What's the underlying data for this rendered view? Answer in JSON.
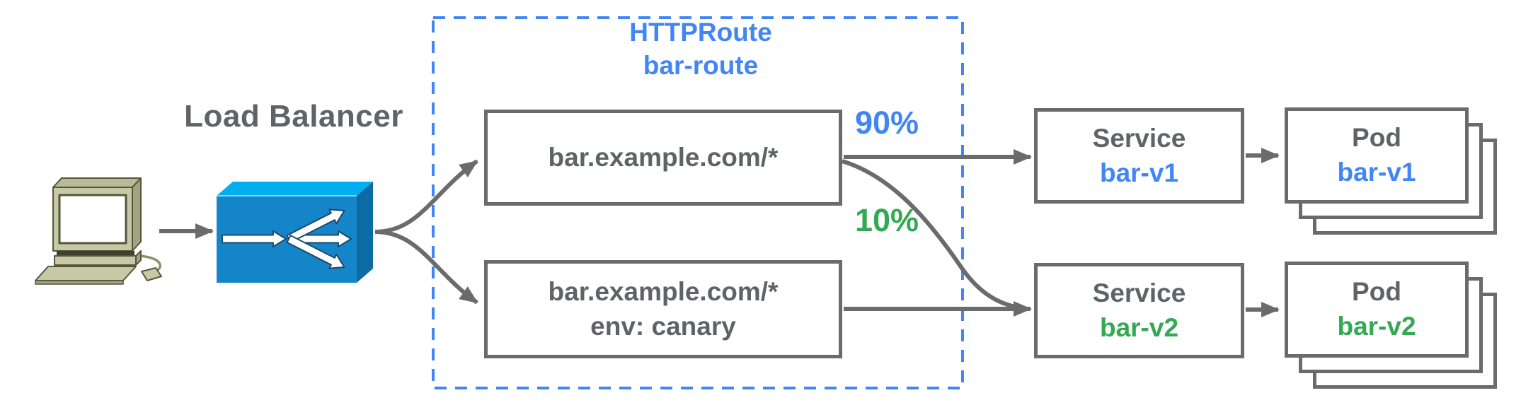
{
  "client": {
    "icon": "desktop-computer-icon"
  },
  "load_balancer": {
    "label": "Load Balancer",
    "icon": "load-balancer-icon"
  },
  "http_route": {
    "kind": "HTTPRoute",
    "name": "bar-route",
    "rules": [
      {
        "match": "bar.example.com/*"
      },
      {
        "match": "bar.example.com/*",
        "header_match": "env: canary"
      }
    ]
  },
  "traffic_split": {
    "primary": "90%",
    "canary": "10%"
  },
  "services": [
    {
      "kind": "Service",
      "name": "bar-v1"
    },
    {
      "kind": "Service",
      "name": "bar-v2"
    }
  ],
  "pods": [
    {
      "kind": "Pod",
      "name": "bar-v1"
    },
    {
      "kind": "Pod",
      "name": "bar-v2"
    }
  ],
  "colors": {
    "accent_blue": "#4285f4",
    "accent_green": "#34a853",
    "text_gray": "#5f6368",
    "line_gray": "#6b6b6b",
    "lb_top": "#00aeef",
    "lb_front": "#1385c8",
    "lb_side": "#0d6ba4"
  }
}
